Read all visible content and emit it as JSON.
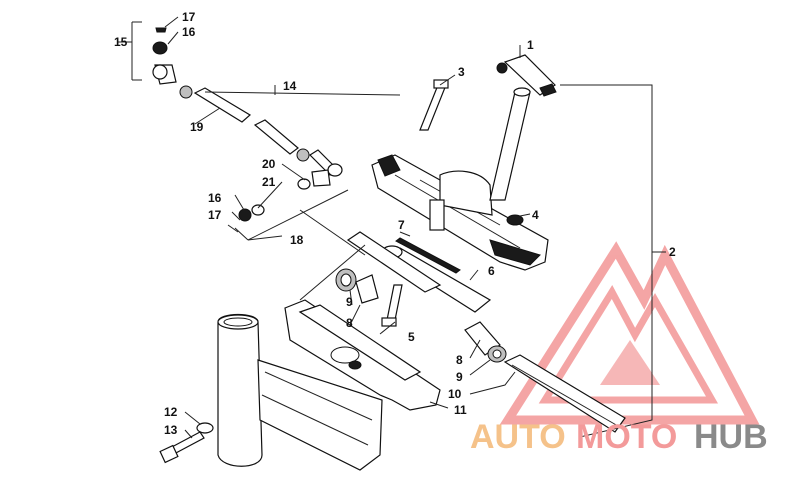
{
  "callouts": [
    {
      "id": "1",
      "text": "1"
    },
    {
      "id": "2",
      "text": "2"
    },
    {
      "id": "3",
      "text": "3"
    },
    {
      "id": "4",
      "text": "4"
    },
    {
      "id": "5",
      "text": "5"
    },
    {
      "id": "6",
      "text": "6"
    },
    {
      "id": "7",
      "text": "7"
    },
    {
      "id": "8a",
      "text": "8"
    },
    {
      "id": "8b",
      "text": "8"
    },
    {
      "id": "9a",
      "text": "9"
    },
    {
      "id": "9b",
      "text": "9"
    },
    {
      "id": "10",
      "text": "10"
    },
    {
      "id": "11",
      "text": "11"
    },
    {
      "id": "12",
      "text": "12"
    },
    {
      "id": "13",
      "text": "13"
    },
    {
      "id": "14",
      "text": "14"
    },
    {
      "id": "15",
      "text": "15"
    },
    {
      "id": "16a",
      "text": "16"
    },
    {
      "id": "16b",
      "text": "16"
    },
    {
      "id": "17a",
      "text": "17"
    },
    {
      "id": "17b",
      "text": "17"
    },
    {
      "id": "18",
      "text": "18"
    },
    {
      "id": "19",
      "text": "19"
    },
    {
      "id": "20",
      "text": "20"
    },
    {
      "id": "21",
      "text": "21"
    }
  ],
  "watermark": {
    "text_auto": "AUTO",
    "text_moto": "MOTO",
    "text_hub": "HUB",
    "color_auto": "#f5c28a",
    "color_moto": "#f39a9a",
    "color_hub": "#8a8a8a",
    "logo_color": "#f08080"
  }
}
